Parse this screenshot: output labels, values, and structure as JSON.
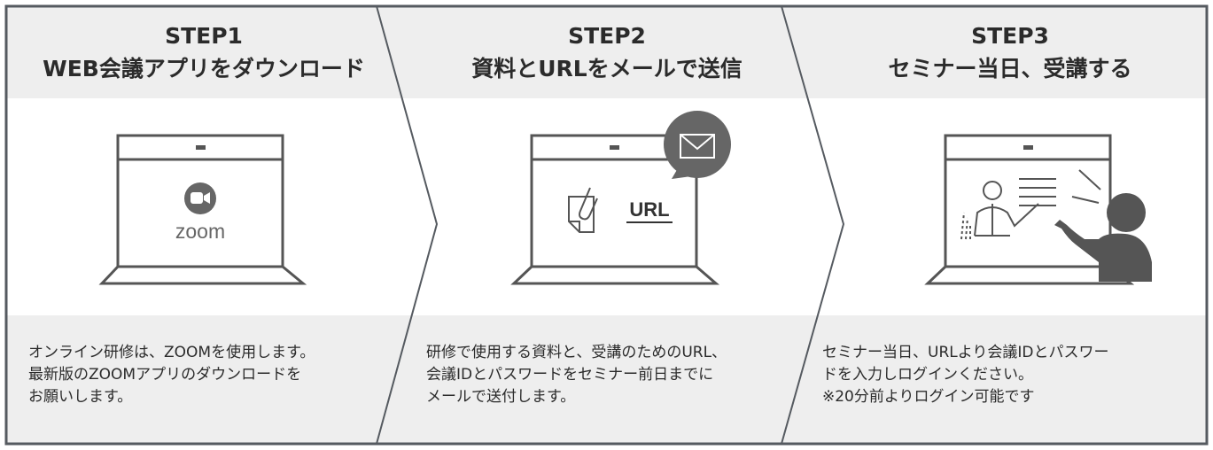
{
  "steps": [
    {
      "step_label": "STEP1",
      "title": "WEB会議アプリをダウンロード",
      "description": [
        "オンライン研修は、ZOOMを使用します。",
        "最新版のZOOMアプリのダウンロードを",
        "お願いします。"
      ],
      "logo_text": "zoom",
      "icon": "laptop-with-zoom-logo"
    },
    {
      "step_label": "STEP2",
      "title": "資料とURLをメールで送信",
      "description": [
        "研修で使用する資料と、受講のためのURL、",
        "会議IDとパスワードをセミナー前日までに",
        "メールで送付します。"
      ],
      "url_text": "URL",
      "icon": "laptop-with-document-url-mail"
    },
    {
      "step_label": "STEP3",
      "title": "セミナー当日、受講する",
      "description": [
        "セミナー当日、URLより会議IDとパスワー",
        "ドを入力しログインください。",
        "※20分前よりログイン可能です"
      ],
      "icon": "laptop-with-lecturer-and-viewer"
    }
  ],
  "colors": {
    "band": "#eeeeee",
    "border": "#555a60",
    "icon_gray": "#666666",
    "dark_figure": "#555555"
  }
}
